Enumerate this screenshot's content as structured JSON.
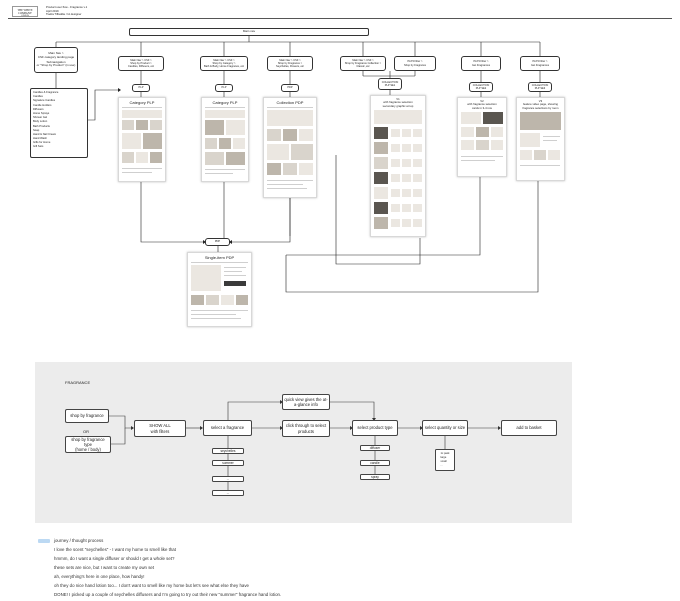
{
  "header": {
    "logo": "THE WHITE COMPANY",
    "logo_sub": "LONDON",
    "lines": [
      "Product user flow - Fragrance v.1",
      "April 2019",
      "Tiadra Tiffaddie / IA designer"
    ]
  },
  "sitemap": {
    "root": "Main nav",
    "landing": {
      "label": "Main Nav >\nCSF category landing page",
      "sub": "Subnavigation\nor \"Shop by Product\" (in use)"
    },
    "category_list": [
      "Candles & Fragrance",
      "Candles",
      "Signature Candles",
      "Candle Holders",
      "Diffusers",
      "Home Sprays",
      "Shower Gel",
      "Body Lotion",
      "Bath Products",
      "Soap",
      "Hand & Nail Cream",
      "Hand Wash",
      "Gifts for Home",
      "Gift Sets"
    ],
    "nav_boxes": [
      "Main Nav > CSF >\nShop by Product >\nCandles, Diffusers, etc",
      "Main Nav > CSF >\nShop by Category >\nBath & Body, Home Fragrance, etc",
      "Main Nav > CSF >\nShop by Fragrance >\nSeychelles, Flowers, etc",
      "Main Nav > CSF >\nShop by Fragrance Collection >\nClassic, etc",
      "PLP3 Filter >\nShop by Fragrance",
      "PLP3 Filter >\nGet Fragrances",
      "PLP3 Filter >\nGet Fragrances"
    ],
    "plp_tags": [
      "PLP",
      "PLP",
      "PDP",
      "COLLECTION\nPLP SE1",
      "COLLECTION\nPLP SE2",
      "COLLECTION\nPLP SE3"
    ],
    "screen_titles": [
      "Category PLP",
      "Category PLP",
      "Collection PDP",
      "V1\nwith fragrance selection\nsecondary graphic at top",
      "V2\nwith fragrance selection\ncards in 3-4 row",
      "V3\nfeature video page, showing\nfragrance selections by room"
    ],
    "pdp_tag": "PDP",
    "pdp_title": "Single-item PDP"
  },
  "flow": {
    "section_title": "FRAGRANCE",
    "start_a": "shop by fragrance",
    "or": "OR",
    "start_b": "shop by fragrance type\n(home / body)",
    "show_all": "SHOW ALL\nwith filters",
    "select_fragrance": "select a fragrance",
    "fragrance_options": [
      "seychelles",
      "summer",
      "...",
      "..."
    ],
    "quick_view": "quick view gives the at-\na-glance info",
    "click_through": "click through to select\nproducts",
    "select_type": "select product type",
    "type_options": [
      "diffuser",
      "candle",
      "spray"
    ],
    "select_quantity": "select quantity or size",
    "quantity_options": "1x pack\nlarge\nsmall\n...",
    "add_to_basket": "add to basket"
  },
  "journey": {
    "title": "journey / thought process",
    "lines": [
      "I love the scent \"seychelles\" - I want my home to smell like that",
      "hmmm, do I want a single diffuser or should I get a whole set?",
      "these sets are nice, but I want to create my own set",
      "ah, everything's here in one place, how handy!",
      "oh they do nice hand lotion too... I don't want to smell like my home but let's see what else they have",
      "DONE! I picked up a couple of seychelles diffusers and I'm going to try out their new \"summer\" fragrance hand lotion."
    ]
  }
}
